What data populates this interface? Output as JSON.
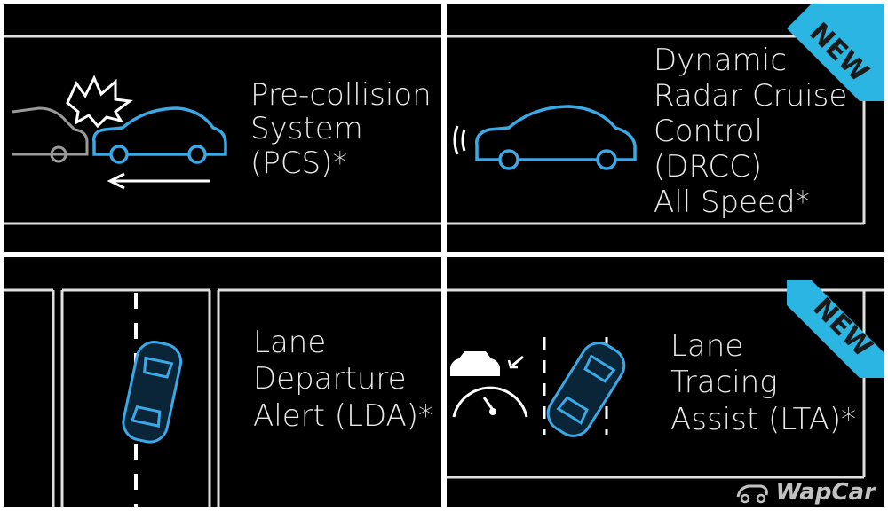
{
  "panels": {
    "pcs": {
      "lines": [
        "Pre-collision",
        "System",
        "(PCS)*"
      ]
    },
    "drcc": {
      "lines": [
        "Dynamic",
        "Radar Cruise",
        "Control",
        "(DRCC)",
        "All Speed*"
      ],
      "badge": "NEW"
    },
    "lda": {
      "lines": [
        "Lane",
        "Departure",
        "Alert (LDA)*"
      ]
    },
    "lta": {
      "lines": [
        "Lane",
        "Tracing",
        "Assist (LTA)*"
      ],
      "badge": "NEW"
    }
  },
  "watermark": {
    "text": "WapCar"
  },
  "colors": {
    "accent_blue": "#3aa9e6",
    "badge_cyan": "#2bb5e3",
    "outline": "#e0e0e0"
  }
}
